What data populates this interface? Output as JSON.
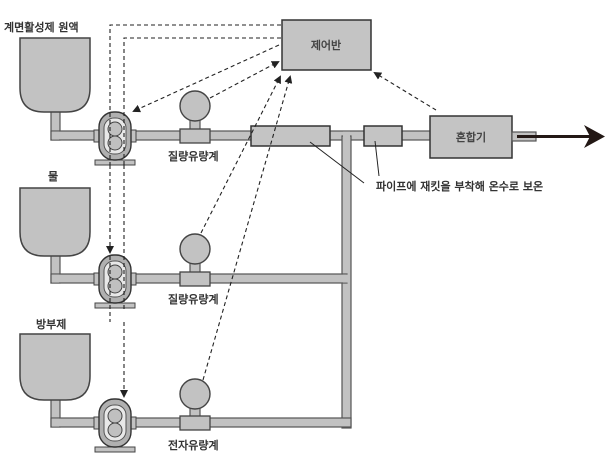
{
  "diagram": {
    "title": "Blending process flow",
    "control_panel": {
      "label": "제어반"
    },
    "mixer": {
      "label": "혼합기"
    },
    "jacket_note": "파이프에 재킷을 부착해 온수로 보온",
    "lines": [
      {
        "tank_label": "계면활성제 원액",
        "meter_label": "질량유량계"
      },
      {
        "tank_label": "물",
        "meter_label": "질량유량계"
      },
      {
        "tank_label": "방부제",
        "meter_label": "전자유량계"
      }
    ],
    "colors": {
      "equipment_fill": "#c2c2c2",
      "outline": "#444444",
      "signal_line": "#222222",
      "output_arrow": "#231815"
    }
  }
}
